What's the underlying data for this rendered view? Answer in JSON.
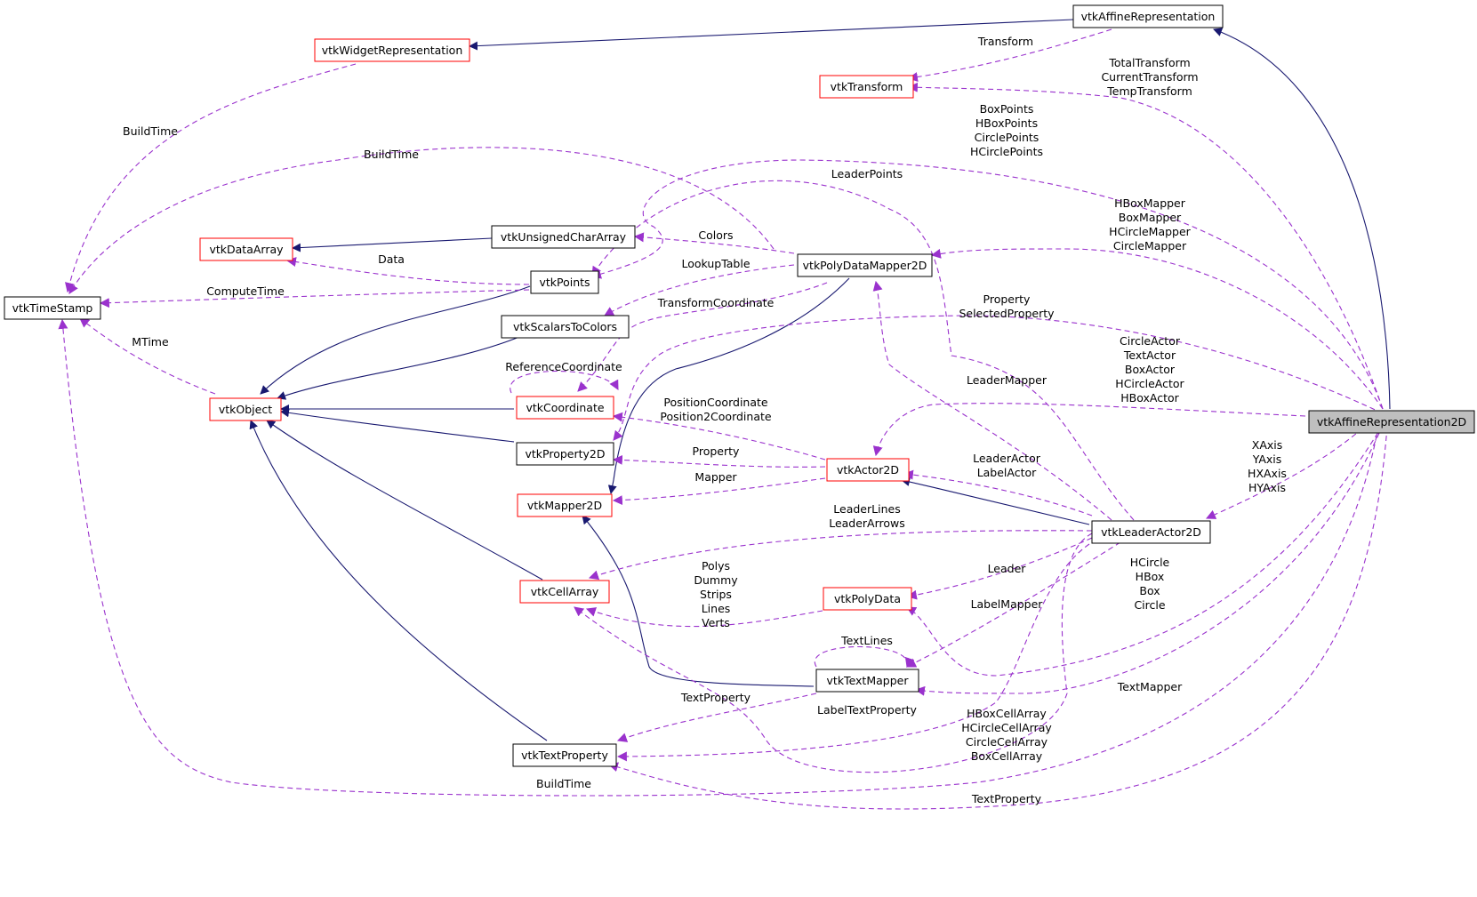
{
  "colors": {
    "inheritance": "#191970",
    "usage": "#9a32cd",
    "redBorder": "#ff0000",
    "blackBorder": "#000000",
    "highlightFill": "#bfbfbf",
    "nodeFill": "#ffffff"
  },
  "nodes": [
    {
      "id": "AffineRep",
      "label": "vtkAffineRepresentation",
      "border": "black"
    },
    {
      "id": "WidgetRep",
      "label": "vtkWidgetRepresentation",
      "border": "red"
    },
    {
      "id": "Transform",
      "label": "vtkTransform",
      "border": "red"
    },
    {
      "id": "DataArray",
      "label": "vtkDataArray",
      "border": "red"
    },
    {
      "id": "UCharArray",
      "label": "vtkUnsignedCharArray",
      "border": "black"
    },
    {
      "id": "PolyDataMapper2D",
      "label": "vtkPolyDataMapper2D",
      "border": "black"
    },
    {
      "id": "Points",
      "label": "vtkPoints",
      "border": "black"
    },
    {
      "id": "TimeStamp",
      "label": "vtkTimeStamp",
      "border": "black"
    },
    {
      "id": "ScalarsToColors",
      "label": "vtkScalarsToColors",
      "border": "black"
    },
    {
      "id": "Object",
      "label": "vtkObject",
      "border": "red"
    },
    {
      "id": "Coordinate",
      "label": "vtkCoordinate",
      "border": "red"
    },
    {
      "id": "AffineRep2D",
      "label": "vtkAffineRepresentation2D",
      "border": "black",
      "highlight": true
    },
    {
      "id": "Property2D",
      "label": "vtkProperty2D",
      "border": "black"
    },
    {
      "id": "Actor2D",
      "label": "vtkActor2D",
      "border": "red"
    },
    {
      "id": "Mapper2D",
      "label": "vtkMapper2D",
      "border": "red"
    },
    {
      "id": "LeaderActor2D",
      "label": "vtkLeaderActor2D",
      "border": "black"
    },
    {
      "id": "CellArray",
      "label": "vtkCellArray",
      "border": "red"
    },
    {
      "id": "PolyData",
      "label": "vtkPolyData",
      "border": "red"
    },
    {
      "id": "TextMapper",
      "label": "vtkTextMapper",
      "border": "black"
    },
    {
      "id": "TextProperty",
      "label": "vtkTextProperty",
      "border": "black"
    }
  ],
  "edgeLabels": [
    {
      "id": "lbl-transform",
      "lines": [
        "Transform"
      ]
    },
    {
      "id": "lbl-total-transform",
      "lines": [
        "TotalTransform",
        "CurrentTransform",
        "TempTransform"
      ]
    },
    {
      "id": "lbl-buildtime-1",
      "lines": [
        "BuildTime"
      ]
    },
    {
      "id": "lbl-box-points",
      "lines": [
        "BoxPoints",
        "HBoxPoints",
        "CirclePoints",
        "HCirclePoints"
      ]
    },
    {
      "id": "lbl-buildtime-2",
      "lines": [
        "BuildTime"
      ]
    },
    {
      "id": "lbl-leader-points",
      "lines": [
        "LeaderPoints"
      ]
    },
    {
      "id": "lbl-hbox-mapper",
      "lines": [
        "HBoxMapper",
        "BoxMapper",
        "HCircleMapper",
        "CircleMapper"
      ]
    },
    {
      "id": "lbl-colors",
      "lines": [
        "Colors"
      ]
    },
    {
      "id": "lbl-data",
      "lines": [
        "Data"
      ]
    },
    {
      "id": "lbl-lookup-table",
      "lines": [
        "LookupTable"
      ]
    },
    {
      "id": "lbl-compute-time",
      "lines": [
        "ComputeTime"
      ]
    },
    {
      "id": "lbl-transform-coordinate",
      "lines": [
        "TransformCoordinate"
      ]
    },
    {
      "id": "lbl-property-selected",
      "lines": [
        "Property",
        "SelectedProperty"
      ]
    },
    {
      "id": "lbl-mtime",
      "lines": [
        "MTime"
      ]
    },
    {
      "id": "lbl-circle-actor",
      "lines": [
        "CircleActor",
        "TextActor",
        "BoxActor",
        "HCircleActor",
        "HBoxActor"
      ]
    },
    {
      "id": "lbl-reference-coordinate",
      "lines": [
        "ReferenceCoordinate"
      ]
    },
    {
      "id": "lbl-leader-mapper",
      "lines": [
        "LeaderMapper"
      ]
    },
    {
      "id": "lbl-position-coordinate",
      "lines": [
        "PositionCoordinate",
        "Position2Coordinate"
      ]
    },
    {
      "id": "lbl-axes",
      "lines": [
        "XAxis",
        "YAxis",
        "HXAxis",
        "HYAxis"
      ]
    },
    {
      "id": "lbl-property",
      "lines": [
        "Property"
      ]
    },
    {
      "id": "lbl-leader-actor",
      "lines": [
        "LeaderActor",
        "LabelActor"
      ]
    },
    {
      "id": "lbl-mapper",
      "lines": [
        "Mapper"
      ]
    },
    {
      "id": "lbl-leader-lines",
      "lines": [
        "LeaderLines",
        "LeaderArrows"
      ]
    },
    {
      "id": "lbl-hcircle",
      "lines": [
        "HCircle",
        "HBox",
        "Box",
        "Circle"
      ]
    },
    {
      "id": "lbl-polys",
      "lines": [
        "Polys",
        "Dummy",
        "Strips",
        "Lines",
        "Verts"
      ]
    },
    {
      "id": "lbl-leader",
      "lines": [
        "Leader"
      ]
    },
    {
      "id": "lbl-label-mapper",
      "lines": [
        "LabelMapper"
      ]
    },
    {
      "id": "lbl-text-lines",
      "lines": [
        "TextLines"
      ]
    },
    {
      "id": "lbl-text-mapper",
      "lines": [
        "TextMapper"
      ]
    },
    {
      "id": "lbl-text-property",
      "lines": [
        "TextProperty"
      ]
    },
    {
      "id": "lbl-label-text-property",
      "lines": [
        "LabelTextProperty"
      ]
    },
    {
      "id": "lbl-hbox-cell-array",
      "lines": [
        "HBoxCellArray",
        "HCircleCellArray",
        "CircleCellArray",
        "BoxCellArray"
      ]
    },
    {
      "id": "lbl-buildtime-3",
      "lines": [
        "BuildTime"
      ]
    },
    {
      "id": "lbl-text-property-2",
      "lines": [
        "TextProperty"
      ]
    }
  ]
}
